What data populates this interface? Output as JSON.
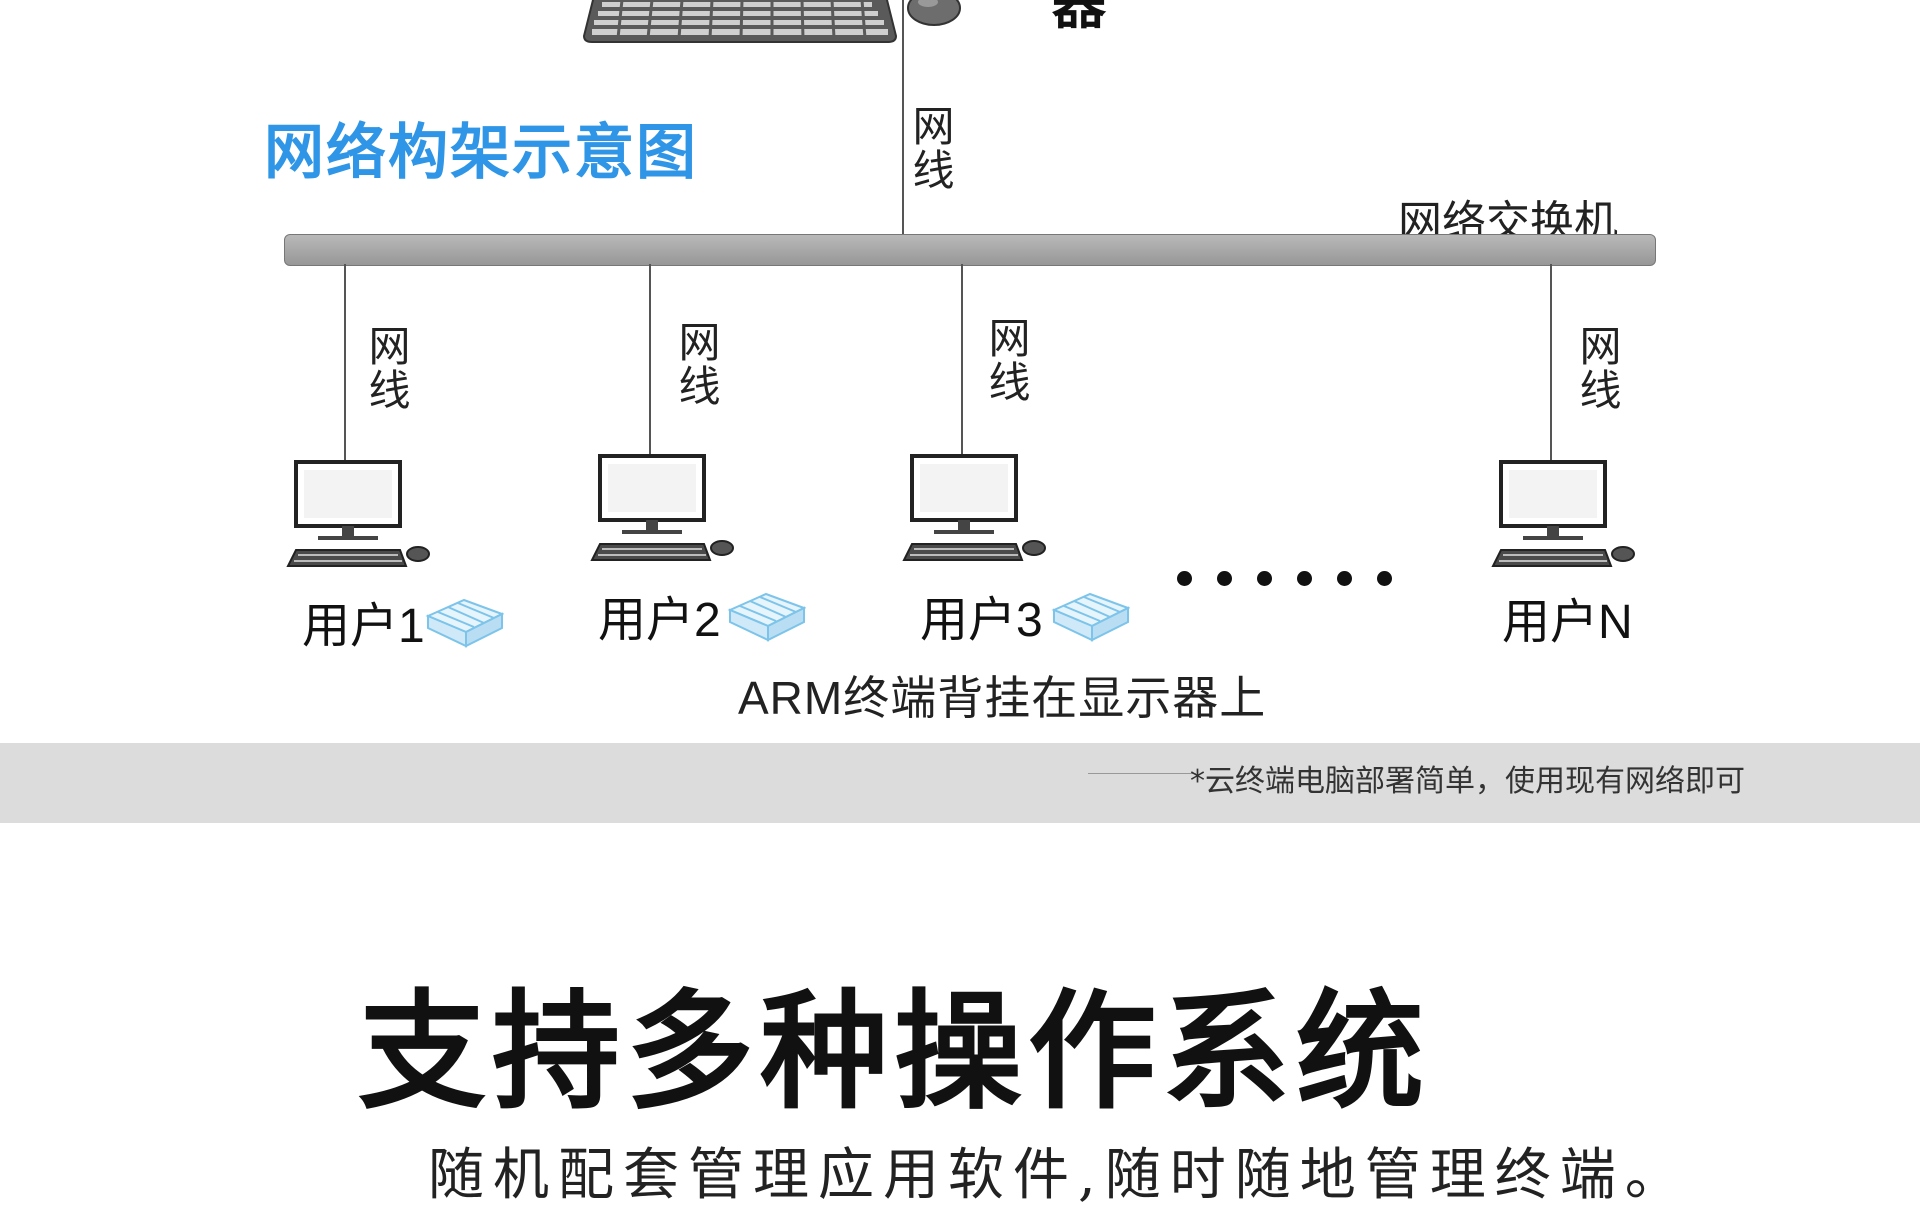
{
  "server_fragment": "器",
  "diagram_title": "网络构架示意图",
  "cable_label": "网线",
  "switch_label": "网络交换机",
  "users": [
    "用户1",
    "用户2",
    "用户3",
    "用户N"
  ],
  "ellipsis": "••••••",
  "arm_caption": "ARM终端背挂在显示器上",
  "band_note": "*云终端电脑部署简单，使用现有网络即可",
  "os_heading": "支持多种操作系统",
  "os_subtitle": "随机配套管理应用软件,随时随地管理终端。",
  "colors": {
    "title_blue": "#2f95e6",
    "arm_blue": "#7cc4ea",
    "band_gray": "#dcdcdc"
  },
  "icons": [
    "keyboard-icon",
    "mouse-icon",
    "computer-icon",
    "arm-terminal-icon"
  ]
}
